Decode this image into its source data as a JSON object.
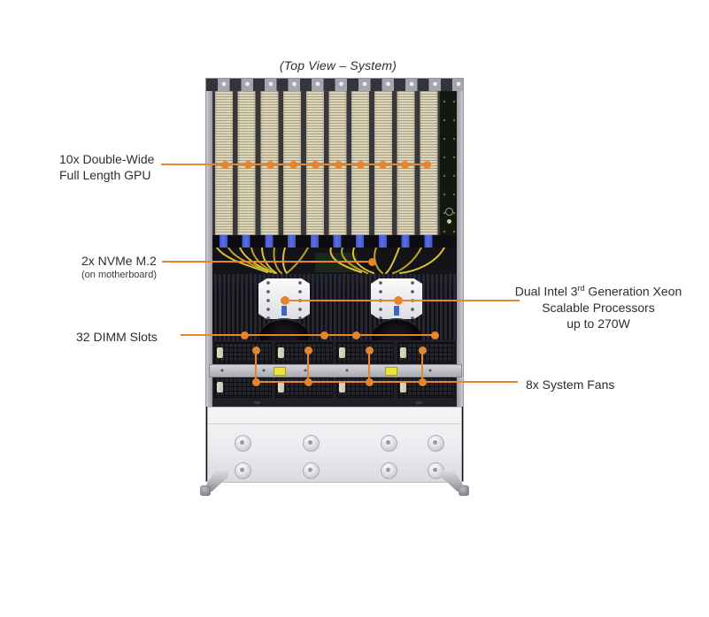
{
  "title": "(Top View – System)",
  "accent_color": "#E8842B",
  "callouts": {
    "gpu": {
      "line1": "10x Double-Wide",
      "line2": "Full Length GPU",
      "count": 10
    },
    "nvme": {
      "line1": "2x NVMe M.2",
      "line2": "(on motherboard)",
      "count": 2
    },
    "dimm": {
      "label": "32 DIMM Slots",
      "count": 32
    },
    "cpu": {
      "line1_pre": "Dual Intel 3",
      "line1_sup": "rd",
      "line1_post": " Generation Xeon",
      "line2": "Scalable Processors",
      "line3": "up to 270W",
      "count": 2
    },
    "fans": {
      "label": "8x System Fans",
      "count": 8
    }
  }
}
